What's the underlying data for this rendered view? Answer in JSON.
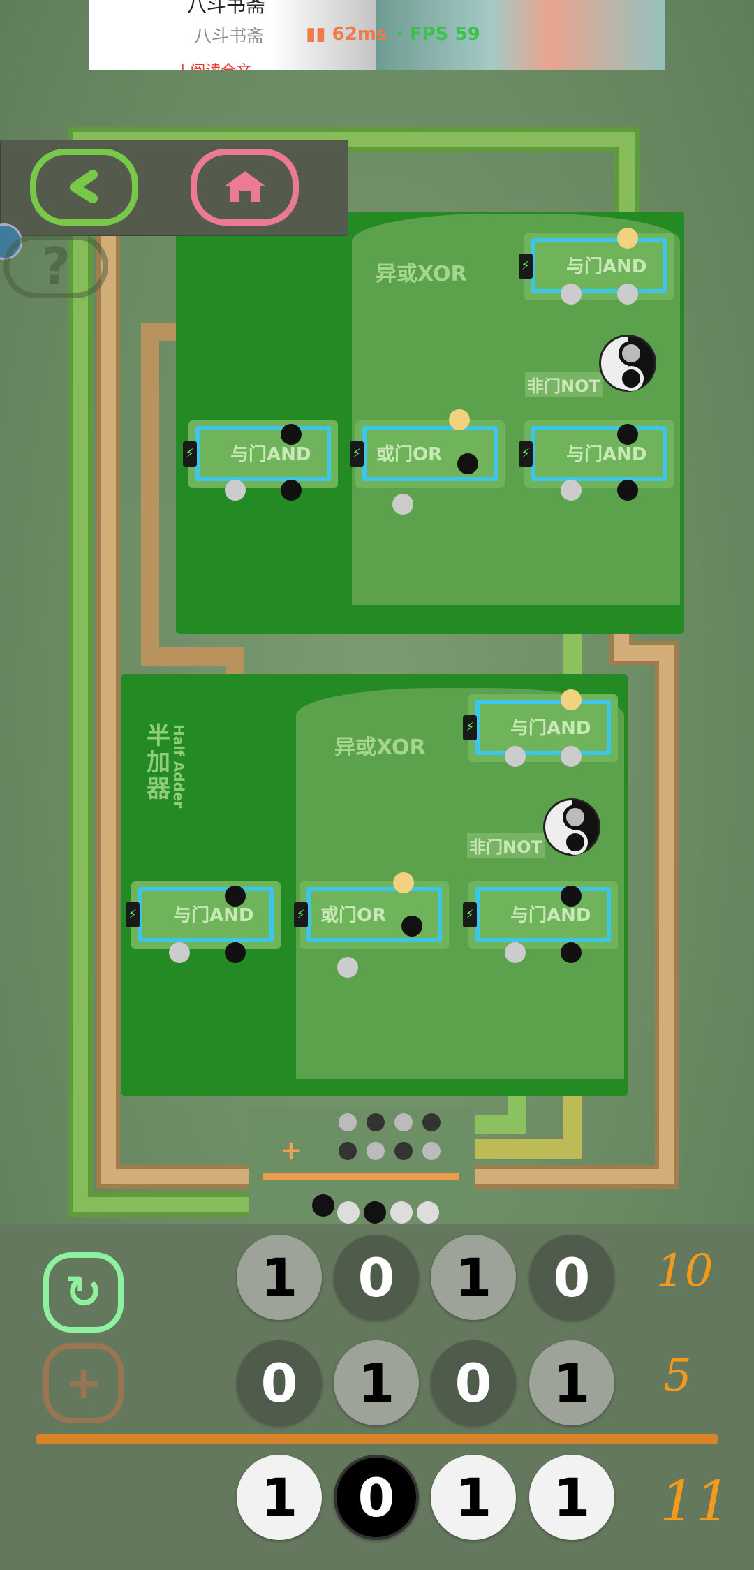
{
  "banner": {
    "title": "八斗书斋",
    "subtitle": "八斗书斋",
    "cta": "| 阅读全文",
    "latency": "62ms",
    "fps": "· FPS 59"
  },
  "toolbar": {
    "back_icon": "chevron-left-icon",
    "home_icon": "home-icon"
  },
  "help": {
    "label": "?"
  },
  "upper_adder": {
    "xor_label": "异或XOR",
    "not_label": "非门NOT",
    "gates": [
      "与门AND",
      "与门AND",
      "或门OR",
      "与门AND"
    ]
  },
  "lower_adder": {
    "title_cn": "半加器",
    "title_en": "Half Adder",
    "xor_label": "异或XOR",
    "not_label": "非门NOT",
    "gates": [
      "与门AND",
      "与门AND",
      "或门OR",
      "与门AND"
    ]
  },
  "preview": {
    "op": "+"
  },
  "calculator": {
    "row_a": {
      "bits": [
        "1",
        "0",
        "1",
        "0"
      ],
      "decimal": "10"
    },
    "row_b": {
      "bits": [
        "0",
        "1",
        "0",
        "1"
      ],
      "decimal": "5"
    },
    "result": {
      "bits": [
        "1",
        "0",
        "1",
        "1"
      ],
      "decimal": "11"
    },
    "reset_icon": "reset-icon",
    "add_label": "+"
  },
  "colors": {
    "accent_green": "#7ed04f",
    "accent_pink": "#ec7a94",
    "orange": "#f39a1c",
    "board": "#238a24"
  }
}
